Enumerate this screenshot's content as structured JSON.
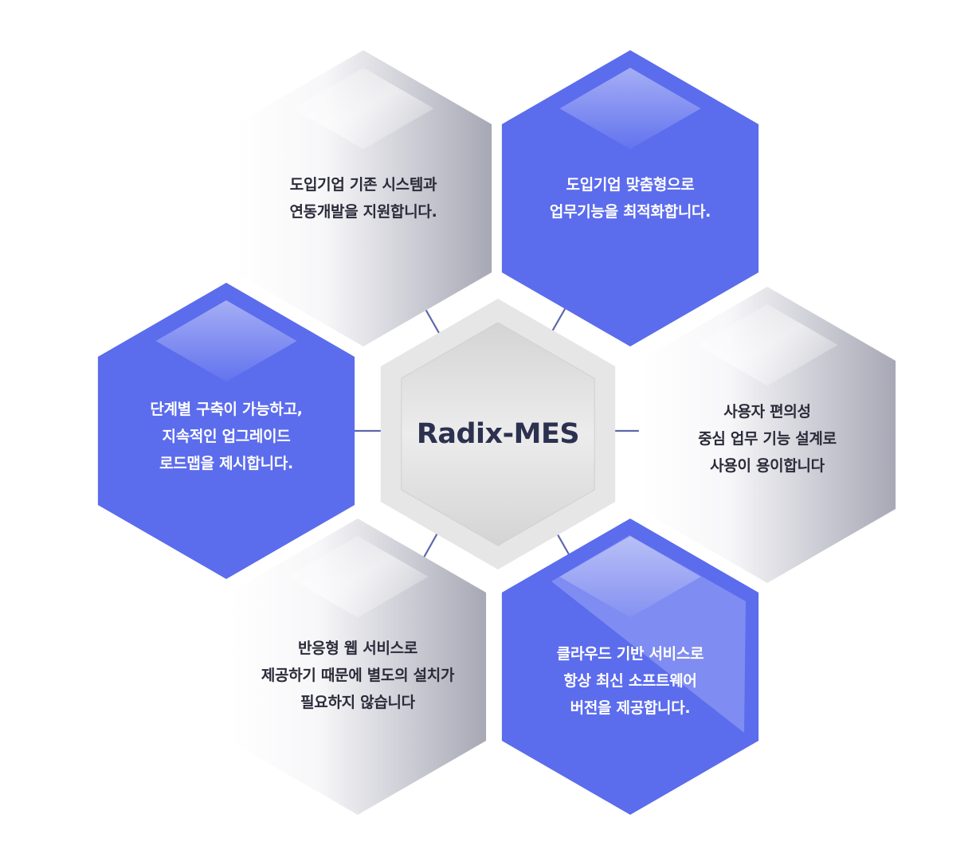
{
  "center": {
    "title": "Radix-MES"
  },
  "colors": {
    "accent_blue": "#5b6ced",
    "gray_light": "#f7f7f9",
    "gray_dark": "#a7a8b5",
    "center_ring": "#e6e6e6",
    "center_fill": "#d9d9d9",
    "connector": "#5d67ab",
    "text_dark": "#2b2b3a",
    "text_light": "#ffffff"
  },
  "hexagons": [
    {
      "id": "top-left",
      "style": "gray",
      "lines": [
        "도입기업 기존 시스템과",
        "연동개발을 지원합니다."
      ]
    },
    {
      "id": "top-right",
      "style": "blue",
      "lines": [
        "도입기업 맞춤형으로",
        "업무기능을 최적화합니다."
      ]
    },
    {
      "id": "middle-left",
      "style": "blue",
      "lines": [
        "단계별 구축이 가능하고,",
        "지속적인 업그레이드",
        "로드맵을 제시합니다."
      ]
    },
    {
      "id": "middle-right",
      "style": "gray",
      "lines": [
        "사용자 편의성",
        "중심 업무 기능 설계로",
        "사용이 용이합니다"
      ]
    },
    {
      "id": "bottom-left",
      "style": "gray",
      "lines": [
        "반응형 웹 서비스로",
        "제공하기 때문에 별도의 설치가",
        "필요하지 않습니다"
      ]
    },
    {
      "id": "bottom-right",
      "style": "blue",
      "lines": [
        "클라우드 기반 서비스로",
        "항상 최신 소프트웨어",
        "버전을 제공합니다."
      ]
    }
  ]
}
